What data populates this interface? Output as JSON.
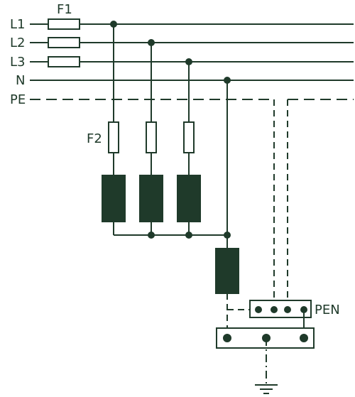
{
  "colors": {
    "ink": "#1f3a2a",
    "background": "#ffffff"
  },
  "labels": {
    "fuse_main": "F1",
    "fuse_branch": "F2",
    "line_l1": "L1",
    "line_l2": "L2",
    "line_l3": "L3",
    "line_n": "N",
    "line_pe": "PE",
    "pen_terminal": "PEN"
  },
  "symbols": {
    "earth": "ground-icon",
    "node": "junction-dot",
    "fuse": "fuse-symbol",
    "arrester": "surge-arrester-block"
  }
}
